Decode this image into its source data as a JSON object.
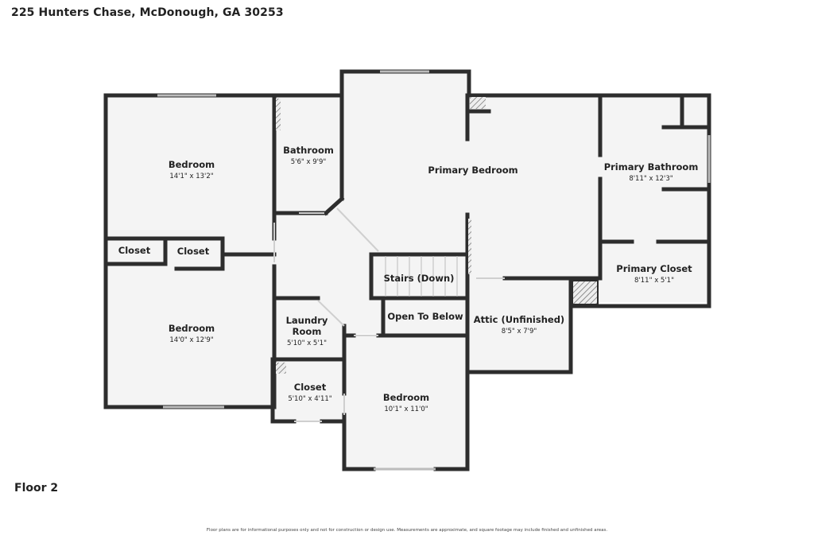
{
  "address": "225 Hunters Chase, McDonough, GA 30253",
  "floor_label": "Floor 2",
  "disclaimer": "Floor plans are for informational purposes only and not for construction or design use. Measurements are approximate, and square footage may include finished and unfinished areas.",
  "rooms": {
    "bedroom_1": {
      "name": "Bedroom",
      "dims": "14'1\" x 13'2\""
    },
    "bathroom": {
      "name": "Bathroom",
      "dims": "5'6\" x 9'9\""
    },
    "primary_bedroom": {
      "name": "Primary Bedroom"
    },
    "primary_bathroom": {
      "name": "Primary Bathroom",
      "dims": "8'11\" x 12'3\""
    },
    "closet_a": {
      "name": "Closet"
    },
    "closet_b": {
      "name": "Closet"
    },
    "stairs": {
      "name": "Stairs (Down)"
    },
    "primary_closet": {
      "name": "Primary Closet",
      "dims": "8'11\" x 5'1\""
    },
    "bedroom_2": {
      "name": "Bedroom",
      "dims": "14'0\" x 12'9\""
    },
    "laundry": {
      "name_line1": "Laundry",
      "name_line2": "Room",
      "dims": "5'10\" x 5'1\""
    },
    "open_to_below": {
      "name": "Open To Below"
    },
    "attic": {
      "name": "Attic (Unfinished)",
      "dims": "8'5\" x 7'9\""
    },
    "closet_hall": {
      "name": "Closet",
      "dims": "5'10\" x 4'11\""
    },
    "bedroom_3": {
      "name": "Bedroom",
      "dims": "10'1\" x 11'0\""
    }
  },
  "colors": {
    "wall": "#2d2d2d",
    "floor": "#f4f4f4",
    "window": "#bcbcbc"
  }
}
